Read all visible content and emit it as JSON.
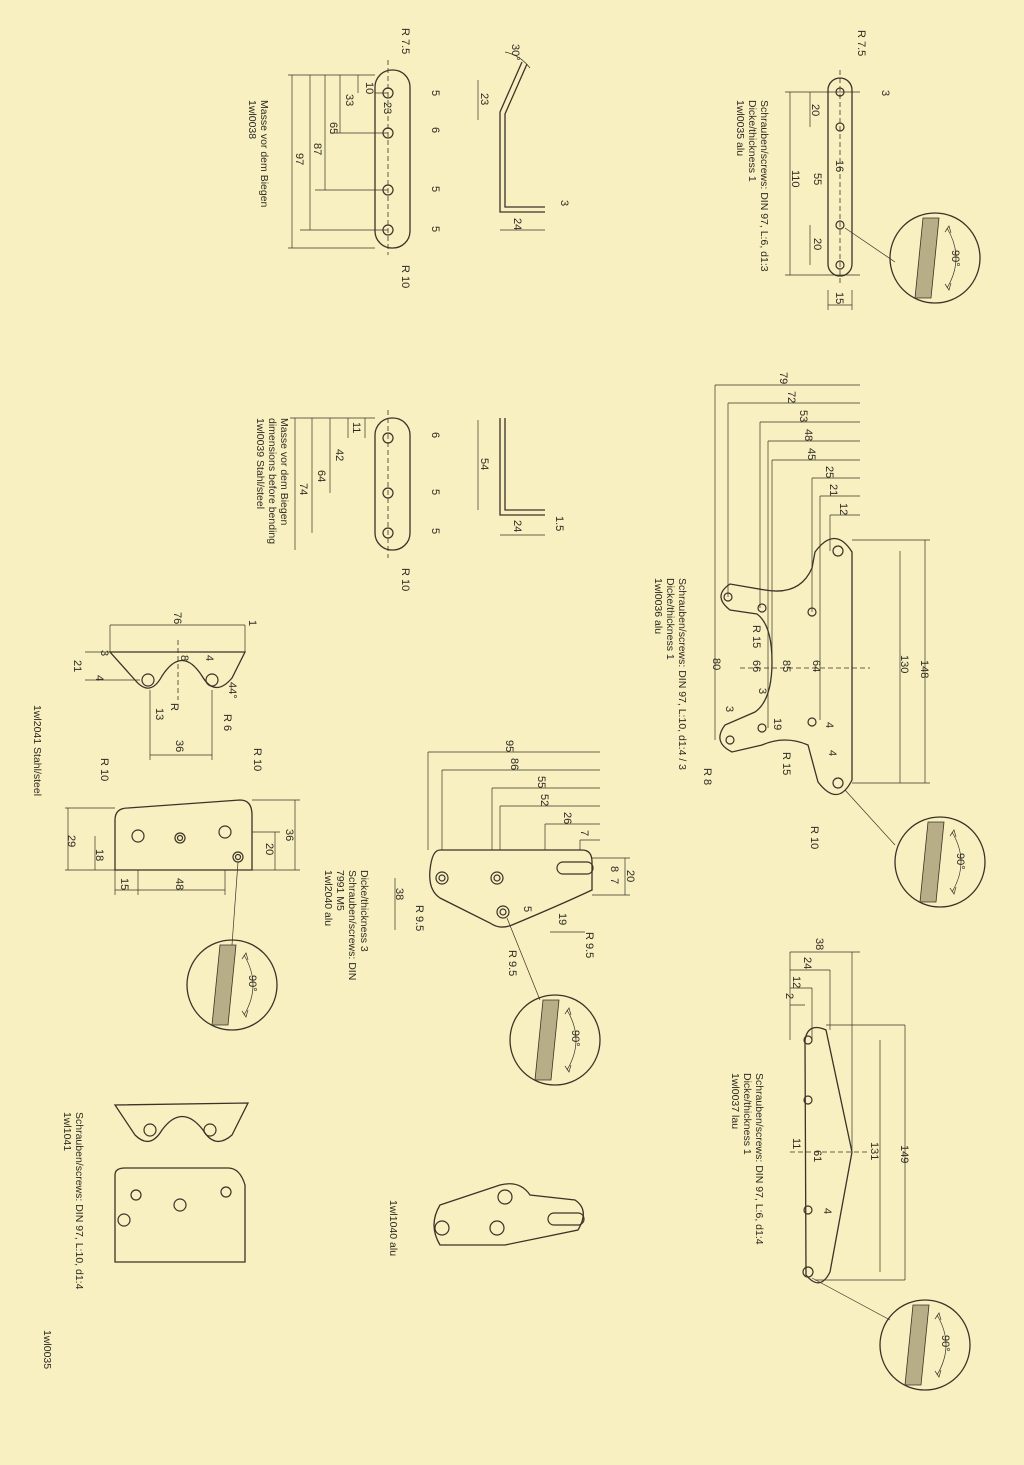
{
  "part_1wl0035": {
    "labels": [
      "R 7.5",
      "3",
      "20",
      "16",
      "55",
      "110",
      "20",
      "15",
      "90°"
    ],
    "caption": [
      "Schrauben/screws: DIN 97, L:6, d1:3",
      "Dicke/thickness 1",
      "1wl0035  alu"
    ]
  },
  "part_1wl0038": {
    "labels": [
      "R 7.5",
      "10",
      "5",
      "23",
      "33",
      "65",
      "6",
      "87",
      "97",
      "5",
      "5",
      "R 10",
      "30°",
      "23",
      "3",
      "24"
    ],
    "caption": [
      "Masse vor dem Biegen",
      "1wl0038"
    ]
  },
  "part_1wl0039": {
    "labels": [
      "11",
      "6",
      "42",
      "64",
      "74",
      "5",
      "5",
      "R 10",
      "54",
      "24",
      "1.5"
    ],
    "caption": [
      "Masse vor dem Biegen",
      "dimensions before bending",
      "1wl0039 Stahl/steel"
    ]
  },
  "part_1wl0036": {
    "labels": [
      "79",
      "72",
      "53",
      "48",
      "45",
      "25",
      "21",
      "12",
      "R 15",
      "66",
      "85",
      "64",
      "80",
      "130",
      "148",
      "3",
      "3",
      "19",
      "4",
      "4",
      "R 15",
      "R 8",
      "R 10",
      "90°"
    ],
    "caption": [
      "Schrauben/screws: DIN 97, L:10, d1:4 / 3",
      "Dicke/thickness 1",
      "1wl0036  alu"
    ]
  },
  "part_1wl2040": {
    "labels": [
      "95",
      "86",
      "55",
      "52",
      "26",
      "7",
      "8",
      "7",
      "20",
      "38",
      "R 9.5",
      "5",
      "19",
      "R 9.5",
      "R 9.5",
      "90°"
    ],
    "caption": [
      "Dicke/thickness 3",
      "Schrauben/screws: DIN",
      "7991 M5",
      "1wl2040  alu"
    ]
  },
  "part_1wl2041": {
    "labels": [
      "76",
      "1",
      "3",
      "8",
      "4",
      "21",
      "4",
      "44°",
      "R",
      "13",
      "R 6",
      "36",
      "R 10",
      "R 10",
      "36",
      "29",
      "18",
      "20",
      "15",
      "48",
      "90°"
    ],
    "caption": [
      "1wl2041 Stahl/steel"
    ]
  },
  "part_1wl0037": {
    "labels": [
      "38",
      "24",
      "12",
      "2",
      "11",
      "61",
      "131",
      "149",
      "4",
      "90°"
    ],
    "caption": [
      "Schrauben/screws: DIN 97, L:6, d1:4",
      "Dicke/thickness 1",
      "1wl0037  lau"
    ]
  },
  "part_1wl1041": {
    "caption": [
      "Schrauben/screws: DIN 97, L:10, d1:4",
      "1wl1041"
    ]
  },
  "part_1wl1040": {
    "caption": [
      "1wl1040  alu"
    ]
  },
  "page_label": "1wl0035",
  "colors": {
    "paper": "#f8f0c0",
    "ink": "#3a3328"
  }
}
